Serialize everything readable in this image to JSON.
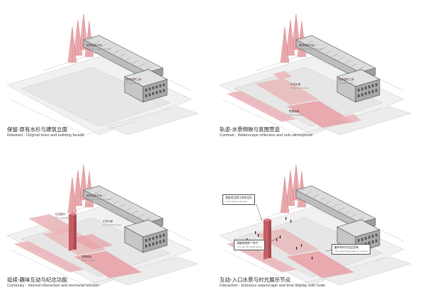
{
  "panels": [
    {
      "caption_cn": "保留-原有水杉与建筑立面",
      "caption_en": "Retained - Original trees and building facade",
      "labels": [
        {
          "cn": "植物保留环境",
          "en": "Original tree/environment"
        },
        {
          "cn": "保有建筑立面",
          "en": "Original facade"
        }
      ]
    },
    {
      "caption_cn": "轨迹-水景倒映与氛围营造",
      "caption_en": "Contrast - Waterscape reflection and solo atmosphere",
      "labels": [
        {
          "cn": "植物保留环境",
          "en": "Original tree/environment"
        },
        {
          "cn": "保有建筑立面",
          "en": "Original facade"
        },
        {
          "cn": "中央水景",
          "en": "Central Waterscape"
        },
        {
          "cn": "野趣植栽",
          "en": "Wild vegetation"
        }
      ]
    },
    {
      "caption_cn": "延续-趣味互动与纪念功能",
      "caption_en": "Continuity - Interest interaction and memorial function",
      "labels": [
        {
          "cn": "植物保留环境",
          "en": "Original tree/environment"
        },
        {
          "cn": "纪念展示",
          "en": "Memorial display"
        },
        {
          "cn": "中央水景",
          "en": "Central Waterscape"
        },
        {
          "cn": "野趣植栽",
          "en": "Wild vegetation"
        }
      ]
    },
    {
      "caption_cn": "互动-入口水景与时光展示节点",
      "caption_en": "Interaction - Entrance waterscape and time display solo node",
      "callouts": [
        {
          "cn": "我依然记得儿时的记忆",
          "en": "I can recall my memory"
        },
        {
          "cn": "我被带到那个时代",
          "en": "I can see the whole history"
        },
        {
          "cn": "童年的时光在此回响",
          "en": "The sound brings back my memory"
        }
      ]
    }
  ]
}
